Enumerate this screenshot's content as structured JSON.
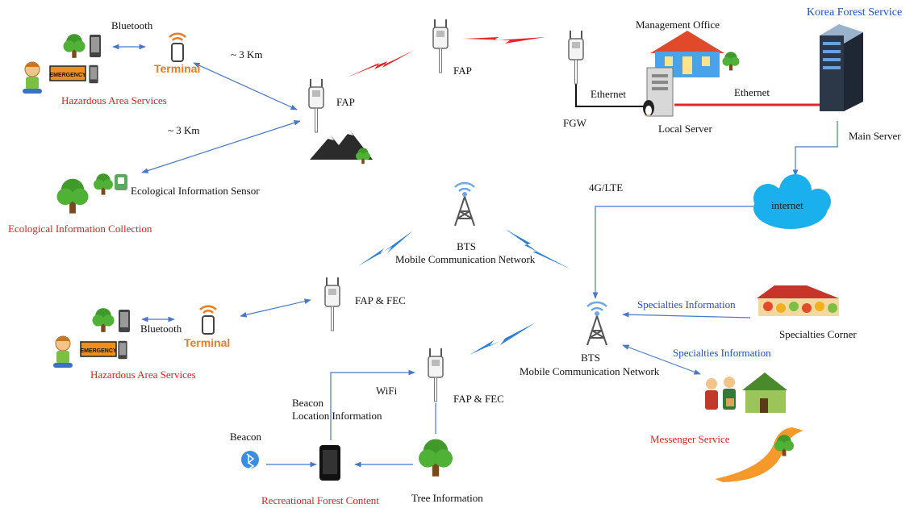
{
  "labels": {
    "bluetooth_top": "Bluetooth",
    "terminal_top": "Terminal",
    "hazard_top": "Hazardous Area Services",
    "emergency": "EMERGENCY",
    "km1": "~ 3 Km",
    "km2": "~ 3 Km",
    "fap_mid": "FAP",
    "fap_top": "FAP",
    "fgw": "FGW",
    "ethernet1": "Ethernet",
    "ethernet2": "Ethernet",
    "management_office": "Management  Office",
    "local_server": "Local  Server",
    "korea_forest": "Korea Forest Service",
    "main_server": "Main Server",
    "eco_sensor": "Ecological  Information  Sensor",
    "eco_collection": "Ecological  Information  Collection",
    "lte": "4G/LTE",
    "internet": "internet",
    "bts_top_1": "BTS",
    "bts_top_2": "Mobile  Communication  Network",
    "fap_fec_1": "FAP & FEC",
    "bluetooth_bottom": "Bluetooth",
    "terminal_bottom": "Terminal",
    "hazard_bottom": "Hazardous  Area  Services",
    "specialties_info_1": "Specialties  Information",
    "specialties_corner": "Specialties   Corner",
    "specialties_info_2": "Specialties  Information",
    "bts_bot_1": "BTS",
    "bts_bot_2": "Mobile  Communication  Network",
    "wifi": "WiFi",
    "fap_fec_2": "FAP & FEC",
    "beacon_loc_1": "Beacon",
    "beacon_loc_2": "Location  Information",
    "beacon": "Beacon",
    "messenger": "Messenger  Service",
    "recreational": "Recreational  Forest  Content",
    "tree_info": "Tree  Information"
  },
  "colors": {
    "link_blue": "#4a78c8",
    "wireless_red": "#e8262a",
    "wireless_blue": "#2a7fd6",
    "label_red": "#e0201c",
    "terminal_orange": "#f07a1e",
    "cloud": "#1ab0ee"
  }
}
